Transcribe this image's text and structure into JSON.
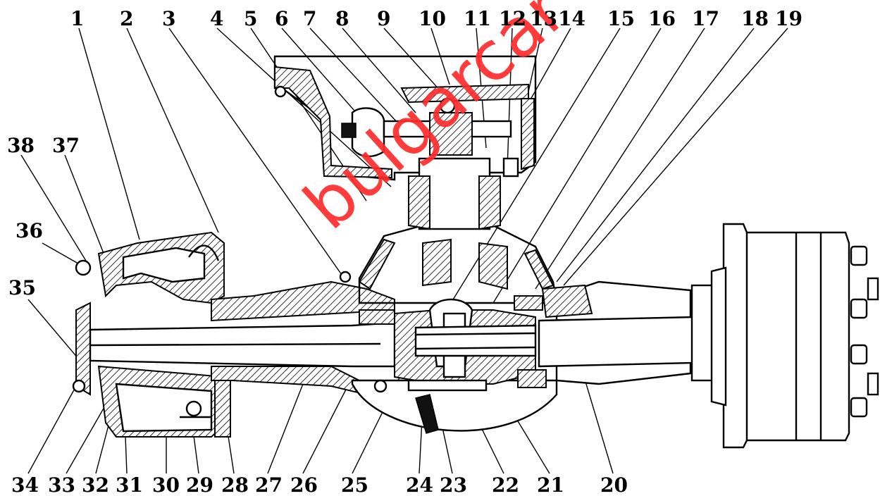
{
  "callouts_top": [
    "1",
    "2",
    "3",
    "4",
    "5",
    "6",
    "7",
    "8",
    "9",
    "10",
    "11",
    "12",
    "13",
    "14",
    "15",
    "16",
    "17",
    "18",
    "19"
  ],
  "callouts_bottom": [
    "34",
    "33",
    "32",
    "31",
    "30",
    "29",
    "28",
    "27",
    "26",
    "25",
    "24",
    "23",
    "22",
    "21",
    "20"
  ],
  "callouts_left": [
    "38",
    "37",
    "36",
    "35"
  ],
  "watermark": "bulgarcar",
  "colors": {
    "ink": "#000000",
    "watermark": "#ff2b2b",
    "background": "#ffffff"
  }
}
